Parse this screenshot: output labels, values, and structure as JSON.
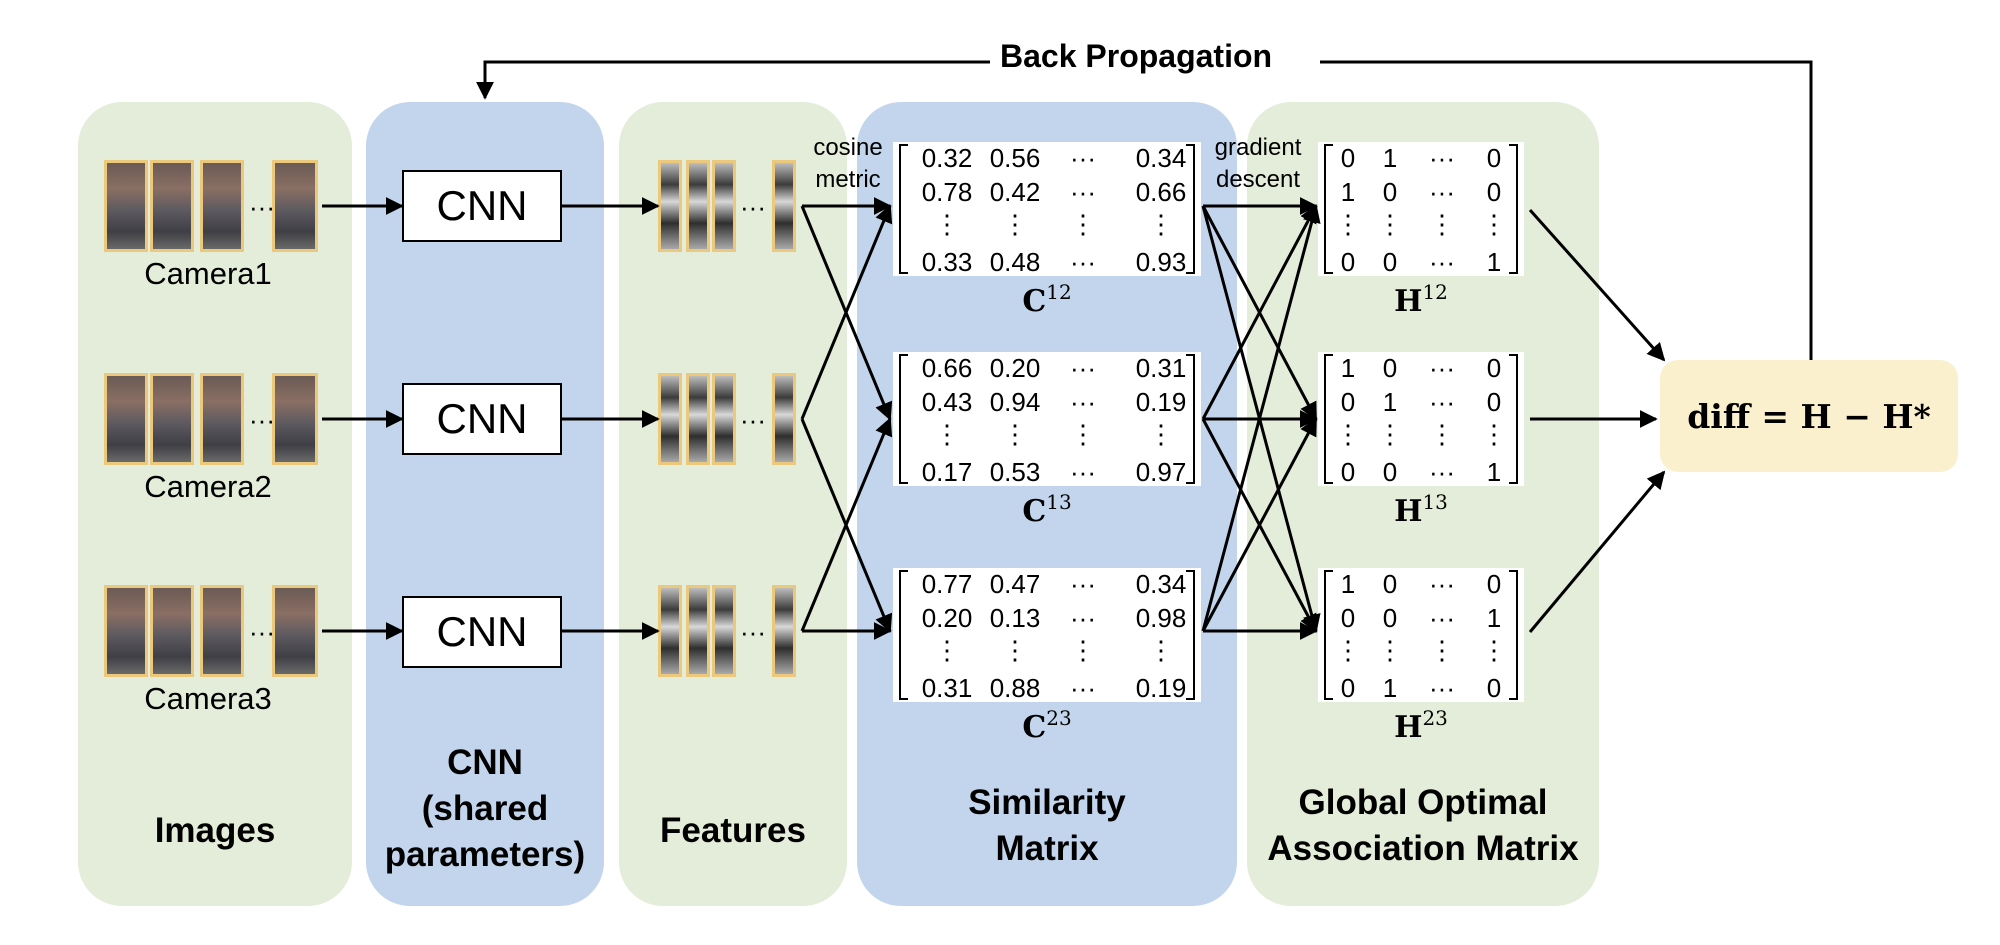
{
  "back_propagation": "Back Propagation",
  "panels": {
    "images": "Images",
    "cnn": "CNN\n(shared\nparameters)",
    "features": "Features",
    "similarity": "Similarity\nMatrix",
    "association": "Global Optimal\nAssociation Matrix"
  },
  "cameras": [
    "Camera1",
    "Camera2",
    "Camera3"
  ],
  "cnn_label": "CNN",
  "ellipsis": "···",
  "edge_labels": {
    "cosine": "cosine\nmetric",
    "gradient": "gradient\ndescent"
  },
  "similarity_matrices": [
    {
      "label": "C",
      "sup": "12",
      "rows": [
        [
          "0.32",
          "0.56",
          "···",
          "0.34"
        ],
        [
          "0.78",
          "0.42",
          "···",
          "0.66"
        ],
        [
          "⋮",
          "⋮",
          "⋮",
          "⋮"
        ],
        [
          "0.33",
          "0.48",
          "···",
          "0.93"
        ]
      ]
    },
    {
      "label": "C",
      "sup": "13",
      "rows": [
        [
          "0.66",
          "0.20",
          "···",
          "0.31"
        ],
        [
          "0.43",
          "0.94",
          "···",
          "0.19"
        ],
        [
          "⋮",
          "⋮",
          "⋮",
          "⋮"
        ],
        [
          "0.17",
          "0.53",
          "···",
          "0.97"
        ]
      ]
    },
    {
      "label": "C",
      "sup": "23",
      "rows": [
        [
          "0.77",
          "0.47",
          "···",
          "0.34"
        ],
        [
          "0.20",
          "0.13",
          "···",
          "0.98"
        ],
        [
          "⋮",
          "⋮",
          "⋮",
          "⋮"
        ],
        [
          "0.31",
          "0.88",
          "···",
          "0.19"
        ]
      ]
    }
  ],
  "association_matrices": [
    {
      "label": "H",
      "sup": "12",
      "rows": [
        [
          "0",
          "1",
          "···",
          "0"
        ],
        [
          "1",
          "0",
          "···",
          "0"
        ],
        [
          "⋮",
          "⋮",
          "⋮",
          "⋮"
        ],
        [
          "0",
          "0",
          "···",
          "1"
        ]
      ]
    },
    {
      "label": "H",
      "sup": "13",
      "rows": [
        [
          "1",
          "0",
          "···",
          "0"
        ],
        [
          "0",
          "1",
          "···",
          "0"
        ],
        [
          "⋮",
          "⋮",
          "⋮",
          "⋮"
        ],
        [
          "0",
          "0",
          "···",
          "1"
        ]
      ]
    },
    {
      "label": "H",
      "sup": "23",
      "rows": [
        [
          "1",
          "0",
          "···",
          "0"
        ],
        [
          "0",
          "0",
          "···",
          "1"
        ],
        [
          "⋮",
          "⋮",
          "⋮",
          "⋮"
        ],
        [
          "0",
          "1",
          "···",
          "0"
        ]
      ]
    }
  ],
  "diff_formula": "diff = H − H*",
  "colors": {
    "green_panel": "#e3edd9",
    "blue_panel": "#c3d5ec",
    "diff_box": "#fbf0cd",
    "thumb_border": "#ecc87c"
  }
}
